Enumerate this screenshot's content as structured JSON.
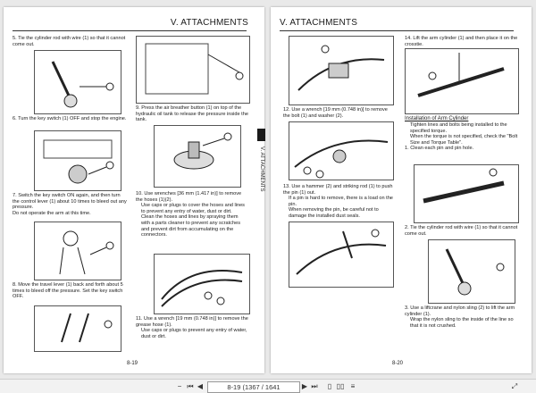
{
  "left_page": {
    "header": "V. ATTACHMENTS",
    "side_tab": "V. ATTACHMENTS",
    "page_number": "8-19",
    "steps": [
      {
        "text": "5.  Tie the cylinder rod with wire (1) so that it cannot come out."
      },
      {
        "text": "6.  Turn the key switch (1) OFF and stop the engine."
      },
      {
        "text": "7.  Switch the key switch ON again, and then turn the control lever (1) about 10 times to bleed out any pressure.",
        "note": "Do not operate the arm at this time."
      },
      {
        "text": "8.  Move the travel lever (1) back and forth about 5 times to bleed off the pressure. Set the key switch OFF."
      },
      {
        "text": "9.  Press the air breather button (1) on top of the hydraulic oil tank to release the pressure inside the tank."
      },
      {
        "text": "10. Use wrenches [36 mm (1.417 in)] to remove the hoses (1)(2).",
        "bullets": [
          "Use caps or plugs to cover the hoses and lines to prevent any entry of water, dust or dirt.",
          "Clean the hoses and lines by spraying them with a parts cleaner to prevent any scratches and prevent dirt from accumulating on the connectors."
        ]
      },
      {
        "text": "11. Use a wrench [19 mm (0.748 in)] to remove the grease hose (1).",
        "bullets": [
          "Use caps or plugs to prevent any entry of water, dust or dirt."
        ]
      }
    ]
  },
  "right_page": {
    "header": "V. ATTACHMENTS",
    "page_number": "8-20",
    "section_title": "Installation of Arm Cylinder",
    "steps": [
      {
        "text": "12. Use a wrench [19 mm (0.748 in)] to remove the bolt (1) and washer (2)."
      },
      {
        "text": "13. Use a hammer (2) and striking rod (1) to push the pin (1) out.",
        "bullets": [
          "If a pin is hard to remove, there is a load on the pin.",
          "When removing the pin, be careful not to damage the installed dust seals."
        ]
      },
      {
        "text": "14. Lift the arm cylinder (1) and then place it on the crosstie."
      },
      {
        "text": "Tighten lines and bolts being installed to the specified torque.",
        "bullets": [
          "When the torque is not specified, check the \"Bolt Size and Torque Table\"."
        ]
      },
      {
        "text": "1. Clean each pin and pin hole."
      },
      {
        "text": "2. Tie the cylinder rod with wire (1) so that it cannot come out."
      },
      {
        "text": "3. Use a liftcrane and nylon sling (2) to lift the arm cylinder (1).",
        "bullets": [
          "Wrap the nylon sling to the inside of the line so that it is not crushed."
        ]
      }
    ]
  },
  "toolbar": {
    "page_field": "8-19 (1367 / 1641",
    "icons": [
      "zoom-out-icon",
      "first-page-icon",
      "prev-page-icon",
      "next-page-icon",
      "last-page-icon",
      "single-page-icon",
      "two-page-icon",
      "continuous-icon",
      "fit-icon"
    ]
  },
  "colors": {
    "page_bg": "#ffffff",
    "viewer_bg": "#e9e9e9",
    "tab": "#1a1a1a"
  }
}
